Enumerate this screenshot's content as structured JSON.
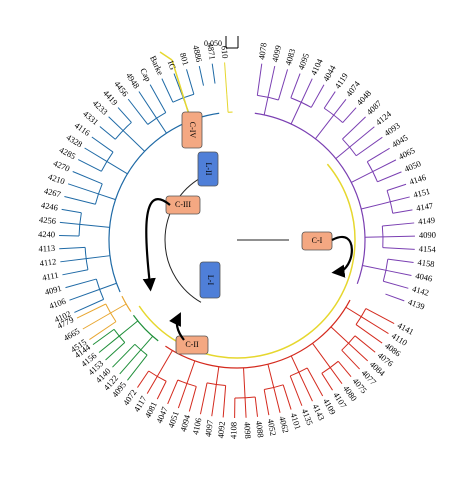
{
  "scale_bar": {
    "label": "0.050"
  },
  "clusters": [
    {
      "id": "C-I",
      "label": "C-I",
      "color": "#f4a882"
    },
    {
      "id": "C-II",
      "label": "C-II",
      "color": "#f4a882"
    },
    {
      "id": "C-III",
      "label": "C-III",
      "color": "#f4a882"
    },
    {
      "id": "C-IV",
      "label": "C-IV",
      "color": "#f4a882"
    },
    {
      "id": "L-I",
      "label": "L-I",
      "color": "#4f7fd8"
    },
    {
      "id": "L-II",
      "label": "L-II",
      "color": "#4f7fd8"
    }
  ],
  "clades": [
    {
      "name": "purple",
      "color": "#7a3fb2",
      "leaves": [
        "4078",
        "4099",
        "4083",
        "4095",
        "4104",
        "4044",
        "4119",
        "4074",
        "4048",
        "4087",
        "4124",
        "4093",
        "4045",
        "4065",
        "4050",
        "4146",
        "4151",
        "4147",
        "4149",
        "4090",
        "4154",
        "4158",
        "4046",
        "4142",
        "4139"
      ]
    },
    {
      "name": "red",
      "color": "#d42a1e",
      "leaves": [
        "4141",
        "4110",
        "4086",
        "4076",
        "4084",
        "4077",
        "4075",
        "4080",
        "4107",
        "4109",
        "4143",
        "4135",
        "4101",
        "4062",
        "4052",
        "4088",
        "4098",
        "4108",
        "4092",
        "4097",
        "4106",
        "4094",
        "4051",
        "4047",
        "4081",
        "4117",
        "4072"
      ]
    },
    {
      "name": "green",
      "color": "#1f8f3a",
      "leaves": [
        "4095",
        "4122",
        "4140",
        "4153",
        "4156",
        "4144"
      ]
    },
    {
      "name": "orange",
      "color": "#e8a630",
      "leaves": [
        "4515",
        "4665",
        "4779"
      ]
    },
    {
      "name": "blue",
      "color": "#1f6aa6",
      "leaves": [
        "4102",
        "4106",
        "4091",
        "4111",
        "4112",
        "4113",
        "4240",
        "4256",
        "4246",
        "4267",
        "4210",
        "4270",
        "4285",
        "4328",
        "4116",
        "4331",
        "4233",
        "4419",
        "4456",
        "4948",
        "Cap",
        "Barke",
        "IG",
        "801",
        "4886",
        "4871"
      ]
    },
    {
      "name": "yellow",
      "color": "#e6d72e",
      "leaves": [
        "610"
      ]
    }
  ]
}
